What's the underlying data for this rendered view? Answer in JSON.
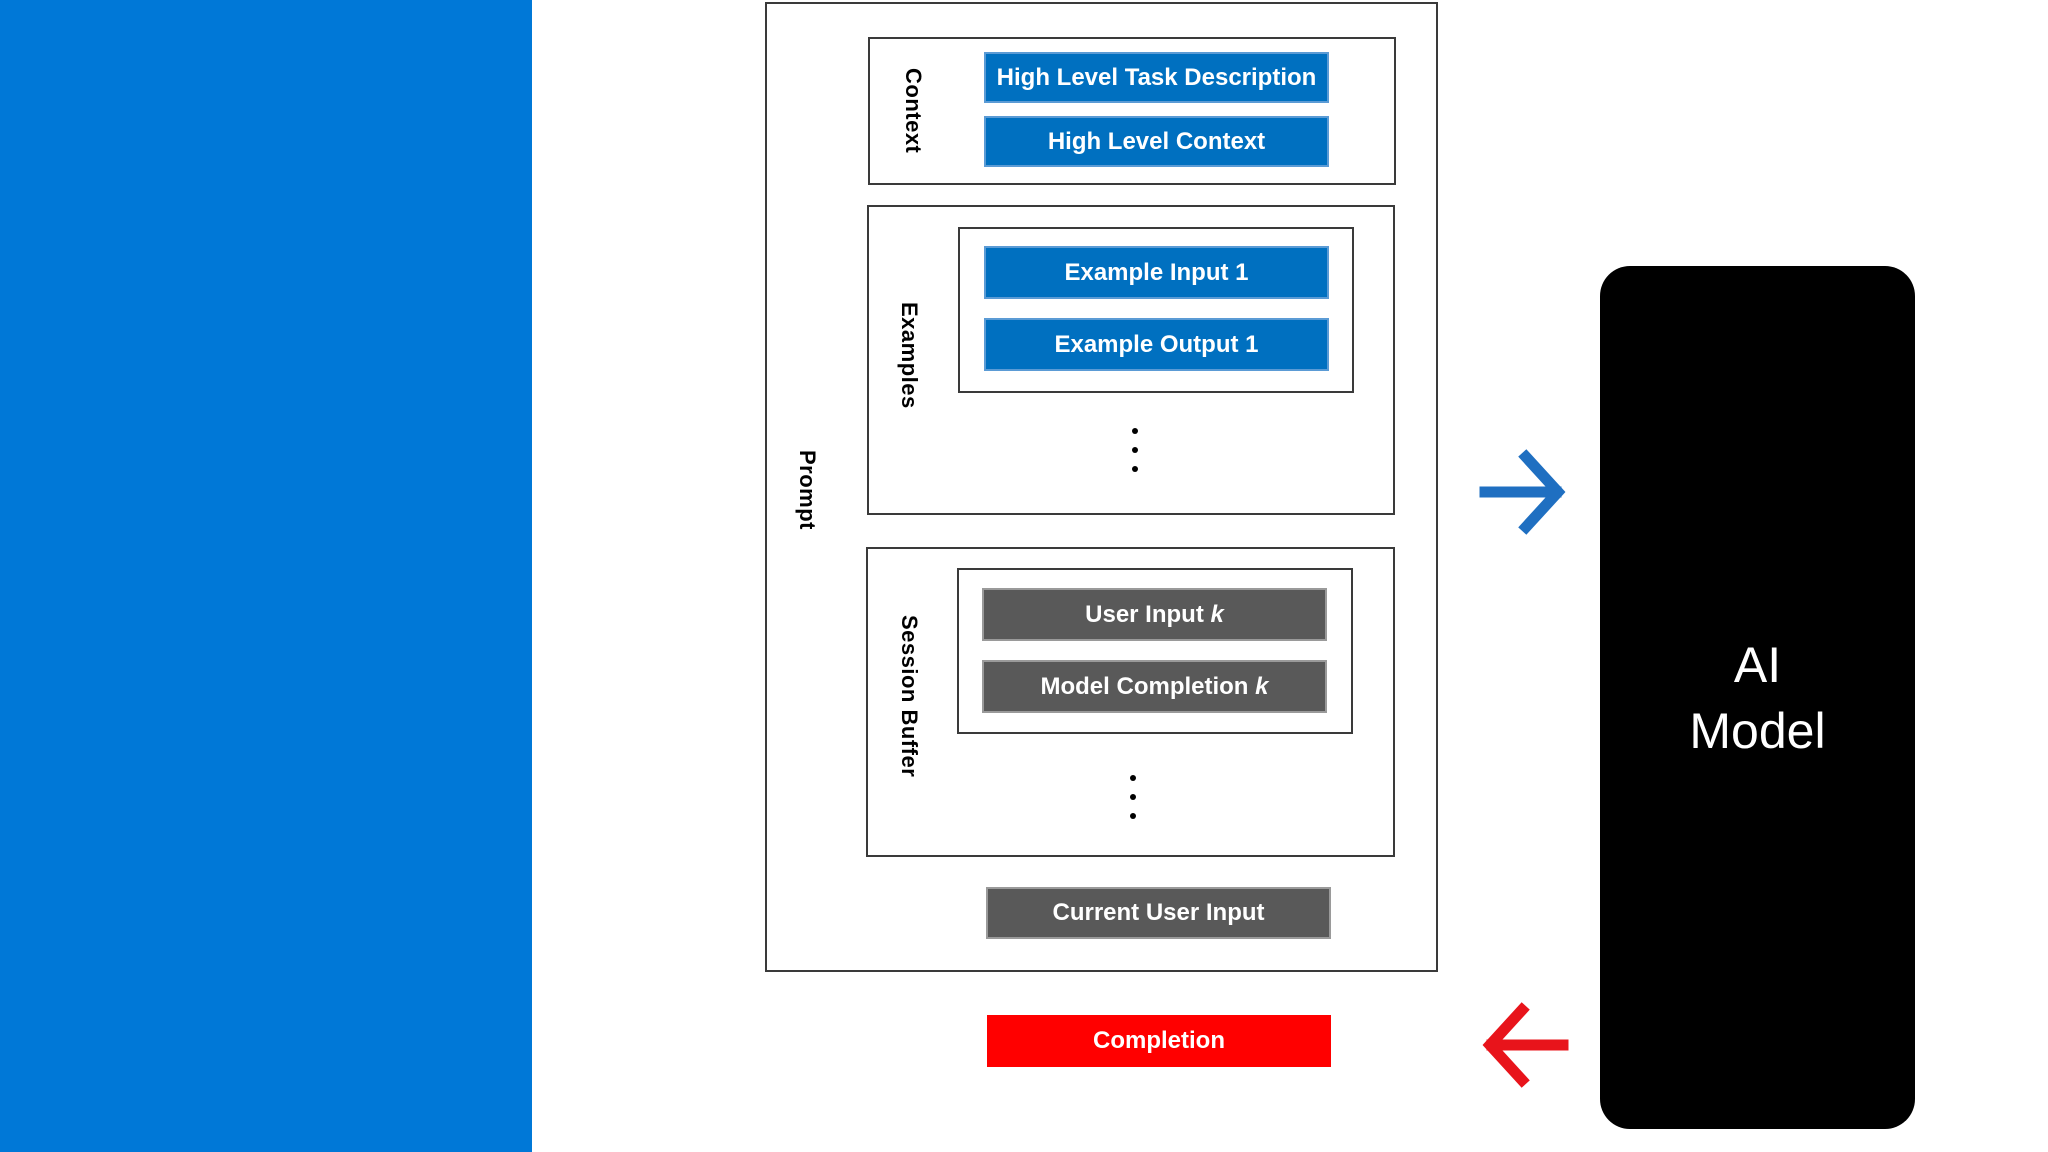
{
  "diagram": {
    "prompt_label": "Prompt",
    "context": {
      "label": "Context",
      "items": [
        "High Level Task Description",
        "High Level Context"
      ]
    },
    "examples": {
      "label": "Examples",
      "items": [
        "Example Input 1",
        "Example Output 1"
      ],
      "ellipsis": "⋮"
    },
    "session_buffer": {
      "label": "Session Buffer",
      "user_input": {
        "text": "User Input",
        "var": "k"
      },
      "model_completion": {
        "text": "Model Completion",
        "var": "k"
      },
      "ellipsis": "⋮"
    },
    "current_user_input": "Current User Input",
    "completion": "Completion",
    "model": {
      "line1": "AI",
      "line2": "Model"
    },
    "colors": {
      "side_panel": "#0078d7",
      "blue_block": "#0070c0",
      "gray_block": "#595959",
      "completion": "#ff0000",
      "arrow_forward": "#1f6fc1",
      "arrow_back": "#e8141b",
      "model": "#000000"
    }
  }
}
